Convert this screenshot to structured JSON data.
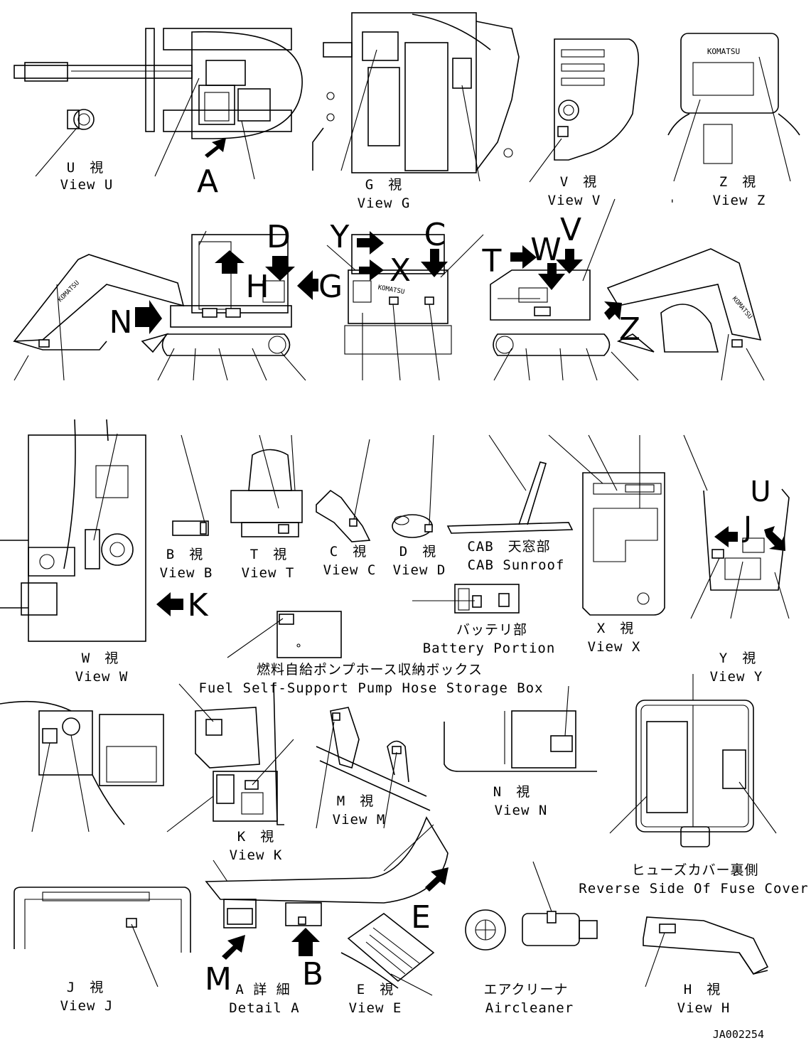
{
  "views": [
    {
      "id": "view-u",
      "jp": "U　視",
      "en": "View U"
    },
    {
      "id": "view-g",
      "jp": "G　視",
      "en": "View G"
    },
    {
      "id": "view-v",
      "jp": "V　視",
      "en": "View V"
    },
    {
      "id": "view-z",
      "jp": "Z　視",
      "en": "View Z"
    },
    {
      "id": "view-b",
      "jp": "B　視",
      "en": "View B"
    },
    {
      "id": "view-t",
      "jp": "T　視",
      "en": "View T"
    },
    {
      "id": "view-c",
      "jp": "C　視",
      "en": "View C"
    },
    {
      "id": "view-d",
      "jp": "D　視",
      "en": "View D"
    },
    {
      "id": "cab-sunroof",
      "jp": "CAB　天窓部",
      "en": "CAB Sunroof"
    },
    {
      "id": "battery-portion",
      "jp": "バッテリ部",
      "en": "Battery Portion"
    },
    {
      "id": "view-x",
      "jp": "X　視",
      "en": "View X"
    },
    {
      "id": "view-w",
      "jp": "W　視",
      "en": "View W"
    },
    {
      "id": "fuel-box",
      "jp": "燃料自給ポンプホース収納ボックス",
      "en": "Fuel Self-Support Pump Hose Storage Box"
    },
    {
      "id": "view-y",
      "jp": "Y　視",
      "en": "View Y"
    },
    {
      "id": "view-m",
      "jp": "M　視",
      "en": "View M"
    },
    {
      "id": "view-n",
      "jp": "N　視",
      "en": "View N"
    },
    {
      "id": "view-k",
      "jp": "K　視",
      "en": "View K"
    },
    {
      "id": "fuse-cover",
      "jp": "ヒューズカバー裏側",
      "en": "Reverse Side Of Fuse Cover"
    },
    {
      "id": "view-j",
      "jp": "J　視",
      "en": "View J"
    },
    {
      "id": "detail-a",
      "jp": "A 詳 細",
      "en": "Detail A"
    },
    {
      "id": "view-e",
      "jp": "E　視",
      "en": "View E"
    },
    {
      "id": "aircleaner",
      "jp": "エアクリーナ",
      "en": "Aircleaner"
    },
    {
      "id": "view-h",
      "jp": "H　視",
      "en": "View H"
    }
  ],
  "view_letters": {
    "a": "A",
    "d": "D",
    "h": "H",
    "g": "G",
    "n": "N",
    "y": "Y",
    "x": "X",
    "c": "C",
    "t": "T",
    "w": "W",
    "v": "V",
    "z": "Z",
    "k": "K",
    "u": "U",
    "j": "J",
    "m": "M",
    "b": "B",
    "e": "E"
  },
  "brand": "KOMATSU",
  "drawing_number": "JA002254",
  "tick_mark": "'"
}
